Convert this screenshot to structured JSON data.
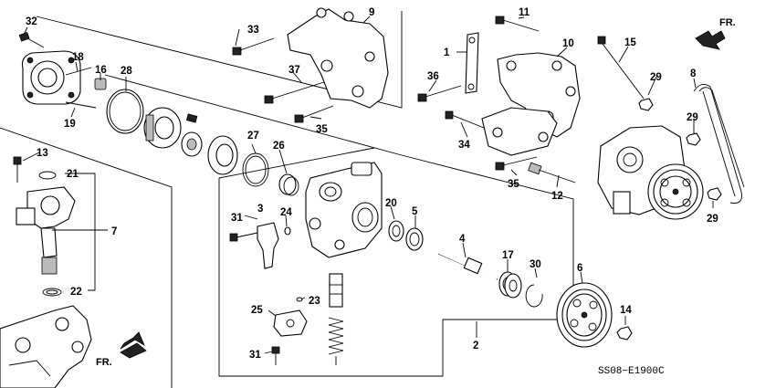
{
  "diagram": {
    "code": "SS08−E1900C",
    "arrows": [
      {
        "label": "FR."
      },
      {
        "label": "FR."
      }
    ],
    "callouts": [
      {
        "label": "1"
      },
      {
        "label": "2"
      },
      {
        "label": "3"
      },
      {
        "label": "4"
      },
      {
        "label": "5"
      },
      {
        "label": "6"
      },
      {
        "label": "7"
      },
      {
        "label": "8"
      },
      {
        "label": "9"
      },
      {
        "label": "10"
      },
      {
        "label": "11"
      },
      {
        "label": "12"
      },
      {
        "label": "13"
      },
      {
        "label": "14"
      },
      {
        "label": "15"
      },
      {
        "label": "16"
      },
      {
        "label": "17"
      },
      {
        "label": "18"
      },
      {
        "label": "19"
      },
      {
        "label": "20"
      },
      {
        "label": "21"
      },
      {
        "label": "22"
      },
      {
        "label": "23"
      },
      {
        "label": "24"
      },
      {
        "label": "25"
      },
      {
        "label": "26"
      },
      {
        "label": "27"
      },
      {
        "label": "28"
      },
      {
        "label": "29"
      },
      {
        "label": "29"
      },
      {
        "label": "29"
      },
      {
        "label": "30"
      },
      {
        "label": "31"
      },
      {
        "label": "31"
      },
      {
        "label": "32"
      },
      {
        "label": "33"
      },
      {
        "label": "34"
      },
      {
        "label": "35"
      },
      {
        "label": "35"
      },
      {
        "label": "36"
      },
      {
        "label": "37"
      }
    ]
  }
}
